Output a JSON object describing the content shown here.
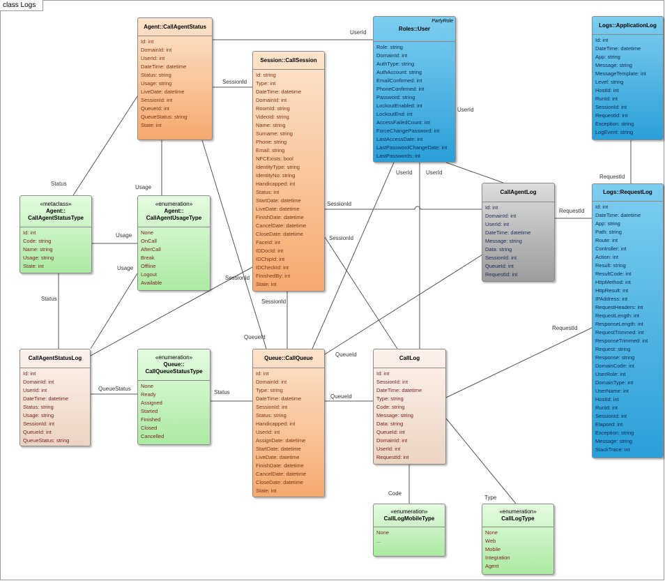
{
  "diagram": {
    "frame_label": "class Logs"
  },
  "classes": {
    "call_agent_status": {
      "title": "Agent::CallAgentStatus",
      "attrs": [
        "Id: int",
        "DomainId: int",
        "UserId: int",
        "DateTime: datetime",
        "Status: string",
        "Usage: string",
        "LiveDate: datetime",
        "SessionId: int",
        "QueueId: int",
        "QueueStatus: string",
        "State: int"
      ]
    },
    "call_session": {
      "title": "Session::CallSession",
      "attrs": [
        "Id: string",
        "Type: int",
        "DateTime: datetime",
        "DomainId: int",
        "RoomId: string",
        "VideoId: string",
        "Name: string",
        "Surname: string",
        "Phone: string",
        "Email: string",
        "NFCExists: bool",
        "IdentityType: string",
        "IdentityNo: string",
        "Handicapped: int",
        "Status: int",
        "StartDate: datetime",
        "LiveDate: datetime",
        "FinishDate: datetime",
        "CancelDate: datetime",
        "CloseDate: datetime",
        "FaceId: int",
        "IDDocId: int",
        "IDChipId: int",
        "IDCheckId: int",
        "FinishedBy: int",
        "State: int"
      ]
    },
    "user": {
      "title": "Roles::User",
      "corner": "PartyRole",
      "attrs": [
        "Role: string",
        "DomainId: int",
        "AuthType: string",
        "AuthAccount: string",
        "EmailConfirmed: int",
        "PhoneConfirmed: int",
        "Password: string",
        "LockoutEnabled: int",
        "LockoutEnd: int",
        "AccessFailedCount: int",
        "ForceChangePassword: int",
        "LastAccessDate: int",
        "LastPasswordChangeDate: int",
        "LastPasswords: int"
      ]
    },
    "application_log": {
      "title": "Logs::ApplicationLog",
      "attrs": [
        "Id: int",
        "DateTime: datetime",
        "App: string",
        "Message: string",
        "MessageTemplate: int",
        "Level: string",
        "HostId: int",
        "RunId: int",
        "SessionId: int",
        "RequestId: int",
        "Exception: string",
        "LogEvent: string"
      ]
    },
    "call_agent_status_type": {
      "stereotype": "«metaclass»",
      "title_line1": "Agent::",
      "title_line2": "CallAgentStatusType",
      "attrs": [
        "Id: int",
        "Code: string",
        "Name: string",
        "Usage: string",
        "State: int"
      ]
    },
    "call_agent_usage_type": {
      "stereotype": "«enumeration»",
      "title_line1": "Agent::",
      "title_line2": "CallAgentUsageType",
      "attrs": [
        "None",
        "OnCall",
        "AfterCall",
        "Break",
        "Offline",
        "Logout",
        "Available"
      ]
    },
    "call_agent_log": {
      "title": "CallAgentLog",
      "attrs": [
        "Id: int",
        "DomainId: int",
        "UserId: int",
        "DateTime: datetime",
        "Message: string",
        "Data: string",
        "SessionId: int",
        "QueueId: int",
        "RequestId: int"
      ]
    },
    "request_log": {
      "title": "Logs::RequestLog",
      "attrs": [
        "Id: int",
        "DateTime: datetime",
        "App: string",
        "Path: string",
        "Route: int",
        "Controller: int",
        "Action: int",
        "Result: string",
        "ResultCode: int",
        "HttpMethod: int",
        "HttpResult: int",
        "IPAddress: int",
        "RequestHeaders: int",
        "RequestLength: int",
        "ResponseLength: int",
        "RequestTrimmed: int",
        "ResponseTrimmed: int",
        "Request: string",
        "Response: string",
        "DomainCode: int",
        "UserRole: int",
        "DomainType: int",
        "UserName: int",
        "HostId: int",
        "RunId: int",
        "SessionId: int",
        "Elapsed: int",
        "Exception: string",
        "Message: string",
        "StackTrace: int"
      ]
    },
    "call_agent_status_log": {
      "title": "CallAgentStatusLog",
      "attrs": [
        "Id: int",
        "DomainId: int",
        "UserId: int",
        "DateTime: datetime",
        "Status: string",
        "Usage: string",
        "SessionId: int",
        "QueueId: int",
        "QueueStatus: string"
      ]
    },
    "call_queue_status_type": {
      "stereotype": "«enumeration»",
      "title_line1": "Queue::",
      "title_line2": "CallQueueStatusType",
      "attrs": [
        "None",
        "Ready",
        "Assigned",
        "Started",
        "Finished",
        "Closed",
        "Cancelled"
      ]
    },
    "call_queue": {
      "title": "Queue::CallQueue",
      "attrs": [
        "Id: int",
        "DomainId: int",
        "Type: string",
        "DateTime: datetime",
        "SessionId: int",
        "Status: string",
        "Handicapped: int",
        "UserId: int",
        "AssignDate: datetime",
        "StartDate: datetime",
        "LiveDate: datetime",
        "FinishDate: datetime",
        "CancelDate: datetime",
        "CloseDate: datetime",
        "State: int"
      ]
    },
    "call_log": {
      "title": "CallLog",
      "attrs": [
        "Id: int",
        "SessionId: int",
        "DateTime: datetime",
        "Type: string",
        "Code: string",
        "Message: string",
        "Data: string",
        "QueueId: int",
        "DomainId: int",
        "UserId: int",
        "RequestId: int"
      ]
    },
    "call_log_mobile_type": {
      "stereotype": "«enumeration»",
      "title": "CallLogMobileType",
      "attrs": [
        "None",
        "..."
      ]
    },
    "call_log_type": {
      "stereotype": "«enumeration»",
      "title": "CallLogType",
      "attrs": [
        "None",
        "Web",
        "Mobile",
        "Integration",
        "Agent"
      ]
    }
  },
  "connectors": {
    "userid_agent_user": "UserId",
    "sessionid_agent_session": "SessionId",
    "status_agent_type": "Status",
    "usage_agent_usagetype": "Usage",
    "usage_type_to_usagetype": "Usage",
    "usage_statuslog_usagetype": "Usage",
    "status_type_statuslog": "Status",
    "sessionid_agentstatus_queue": "SessionId",
    "userid_user_agentlog": "UserId",
    "userid_user_queue": "UserId",
    "userid_user_calllog": "UserId",
    "requestid_applog_requestlog": "RequestId",
    "sessionid_session_agentlog": "SessionId",
    "requestid_agentlog_requestlog": "RequestId",
    "sessionid_session_calllog": "SessionId",
    "sessionid_session_queue": "SessionId",
    "queueid_agentstatus_queue": "QueueId",
    "queueid_queue_agentlog": "QueueId",
    "requestid_calllog_requestlog": "RequestId",
    "queuestatus_statuslog_queuetype": "QueueStatus",
    "status_queuetype_queue": "Status",
    "queueid_queue_calllog": "QueueId",
    "code_calllog_mobiletype": "Code",
    "type_calllog_logtype": "Type"
  }
}
